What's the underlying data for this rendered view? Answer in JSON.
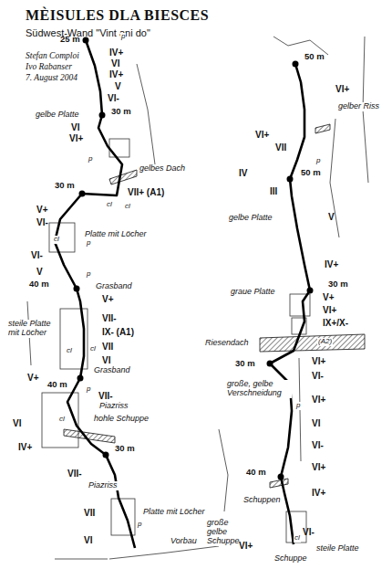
{
  "diagram": {
    "title": "MÈISULES DLA BIESCES",
    "labels": [
      "Südwest-Wand \"Vint ani do\"",
      "Stefan Comploi",
      "Ivo Rabanser",
      "7. August 2004",
      "25 m",
      "IV+",
      "VI",
      "IV+",
      "V",
      "VI-",
      "30 m",
      "gelbe Platte",
      "VI",
      "VI+",
      "gelbes Dach",
      "VII+ (A1)",
      "30 m",
      "V+",
      "VI-",
      "Platte mit Löcher",
      "VI-",
      "V",
      "40 m",
      "Grasband",
      "V+",
      "steile Platte mit Löcher",
      "VII-",
      "IX- (A1)",
      "VII",
      "VI",
      "Grasband",
      "V+",
      "40 m",
      "VII-",
      "Piazriss",
      "hohle Schuppe",
      "VI",
      "IV+",
      "30 m",
      "VII-",
      "Piazriss",
      "VII",
      "VI",
      "Platte mit Löcher",
      "Vorbau",
      "50 m",
      "VI+",
      "gelber Riss",
      "VI+",
      "VII",
      "IV",
      "50 m",
      "III",
      "gelbe Platte",
      "V",
      "IV+",
      "30 m",
      "graue Platte",
      "V+",
      "VI+",
      "IX+/X-",
      "Riesendach",
      "(A2)",
      "30 m",
      "VI+",
      "VI-",
      "große, gelbe Verschneidung",
      "VI+",
      "VI",
      "VI-",
      "VI+",
      "40 m",
      "IV+",
      "Schuppen",
      "große gelbe Schuppe",
      "VI-",
      "VI+",
      "steile Platte",
      "Schuppe",
      "cl",
      "cl",
      "cl",
      "cl",
      "cl",
      "cl",
      "cl",
      "p",
      "p",
      "p",
      "p",
      "p",
      "p",
      "p",
      "p"
    ]
  }
}
